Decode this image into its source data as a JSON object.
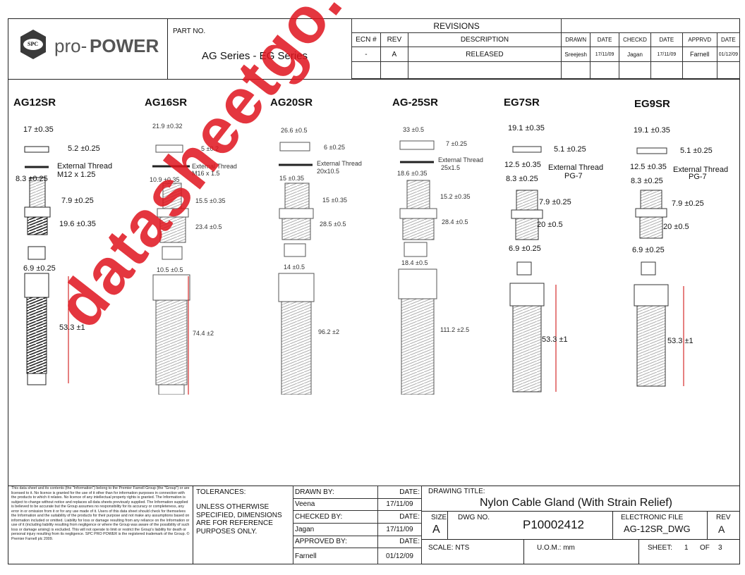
{
  "header": {
    "logo_badge": "SPC",
    "logo_text_light": "pro-",
    "logo_text_bold": "POWER",
    "part_no_label": "PART NO.",
    "part_no_value": "AG Series - EG Series",
    "revisions_label": "REVISIONS",
    "rev_cols": [
      "ECN #",
      "REV",
      "DESCRIPTION",
      "DRAWN",
      "DATE",
      "CHECKD",
      "DATE",
      "APPRVD",
      "DATE"
    ],
    "rev_row": [
      "-",
      "A",
      "RELEASED",
      "Sreejesh",
      "17/11/09",
      "Jagan",
      "17/11/09",
      "Farnell",
      "01/12/09"
    ]
  },
  "parts": [
    {
      "name": "AG12SR",
      "dims": [
        "17 ±0.35",
        "5.2 ±0.25",
        "External Thread",
        "M12 x 1.25",
        "8.3 ±0.25",
        "7.9 ±0.25",
        "19.6 ±0.35",
        "6.9 ±0.25",
        "53.3 ±1"
      ]
    },
    {
      "name": "AG16SR",
      "dims": [
        "21.9 ±0.32",
        "5 ±0.2",
        "External Thread",
        "M16 x 1.5",
        "10.9 ±0.35",
        "15.5 ±0.35",
        "23.4 ±0.5",
        "10.5 ±0.5",
        "74.4 ±2"
      ]
    },
    {
      "name": "AG20SR",
      "dims": [
        "26.6 ±0.5",
        "6 ±0.25",
        "External Thread",
        "20x10.5",
        "15 ±0.35",
        "15 ±0.35",
        "28.5 ±0.5",
        "14 ±0.5",
        "96.2 ±2"
      ]
    },
    {
      "name": "AG-25SR",
      "dims": [
        "33 ±0.5",
        "7 ±0.25",
        "External Thread",
        "25x1.5",
        "18.6 ±0.35",
        "15.2 ±0.35",
        "28.4 ±0.5",
        "18.4 ±0.5",
        "111.2 ±2.5"
      ]
    },
    {
      "name": "EG7SR",
      "dims": [
        "19.1 ±0.35",
        "5.1 ±0.25",
        "12.5 ±0.35",
        "External Thread",
        "PG-7",
        "8.3 ±0.25",
        "7.9 ±0.25",
        "20 ±0.5",
        "6.9 ±0.25",
        "53.3 ±1"
      ]
    },
    {
      "name": "EG9SR",
      "dims": [
        "19.1 ±0.35",
        "5.1 ±0.25",
        "12.5 ±0.35",
        "External Thread",
        "PG-7",
        "8.3 ±0.25",
        "7.9 ±0.25",
        "20 ±0.5",
        "6.9 ±0.25",
        "53.3 ±1"
      ]
    }
  ],
  "footer": {
    "disclaimer": "This data sheet and its contents (the \"Information\") belong to the Premier Farnell Group (the \"Group\") or are licensed to it. No licence is granted for the use of it other than for information purposes in connection with the products to which it relates. No licence of any intellectual property rights is granted. The Information is subject to change without notice and replaces all data sheets previously supplied. The Information supplied is believed to be accurate but the Group assumes no responsibility for its accuracy or completeness, any error in or omission from it or for any use made of it. Users of this data sheet should check for themselves the Information and the suitability of the products for their purpose and not make any assumptions based on information included or omitted. Liability for loss or damage resulting from any reliance on the Information or use of it (including liability resulting from negligence or where the Group was aware of the possibility of such loss or damage arising) is excluded. This will not operate to limit or restrict the Group's liability for death or personal injury resulting from its negligence. SPC PRO POWER is the registered trademark of the Group. © Premier Farnell plc 2009.",
    "tolerances_label": "TOLERANCES:",
    "tolerances_text": "UNLESS OTHERWISE SPECIFIED, DIMENSIONS ARE FOR REFERENCE PURPOSES ONLY.",
    "drawn_by_label": "DRAWN BY:",
    "drawn_by": "Veena",
    "checked_by_label": "CHECKED BY:",
    "checked_by": "Jagan",
    "approved_by_label": "APPROVED BY:",
    "approved_by": "Farnell",
    "date_label": "DATE:",
    "date_drawn": "17/11/09",
    "date_checked": "17/11/09",
    "date_approved": "01/12/09",
    "drawing_title_label": "DRAWING TITLE:",
    "drawing_title": "Nylon Cable Gland (With Strain Relief)",
    "size_label": "SIZE",
    "size": "A",
    "dwg_no_label": "DWG NO.",
    "dwg_no": "P10002412",
    "electronic_file_label": "ELECTRONIC FILE",
    "electronic_file": "AG-12SR_DWG",
    "rev_label": "REV",
    "rev": "A",
    "scale": "SCALE: NTS",
    "uom": "U.O.M.: mm",
    "sheet_label": "SHEET:",
    "sheet": "1",
    "of_label": "OF",
    "of": "3"
  },
  "watermark": "datasheetgo.com"
}
